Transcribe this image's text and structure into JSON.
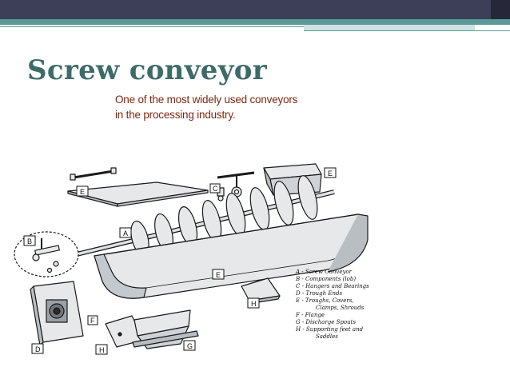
{
  "slide": {
    "title": "Screw conveyor",
    "subtitle_lines": [
      "One of the most widely used conveyors",
      "in the processing industry."
    ]
  },
  "diagram": {
    "part_labels": {
      "A": "A",
      "B": "B",
      "C": "C",
      "D": "D",
      "E_cover": "E",
      "E_trough": "E",
      "E_shroud": "E",
      "F": "F",
      "G": "G",
      "H_left": "H",
      "H_right": "H"
    },
    "legend": [
      "A - Screw Conveyor",
      "B - Components (lob)",
      "C - Hangers and Bearings",
      "D - Trough Ends",
      "E - Troughs, Covers,",
      "Clamps, Shrouds",
      "F - Flange",
      "G - Discharge Spouts",
      "H - Supporting feet and",
      "Saddles"
    ],
    "colors": {
      "metal": "#e6e8ea",
      "shade": "#b9bec3",
      "line": "#1a1a1a"
    }
  }
}
